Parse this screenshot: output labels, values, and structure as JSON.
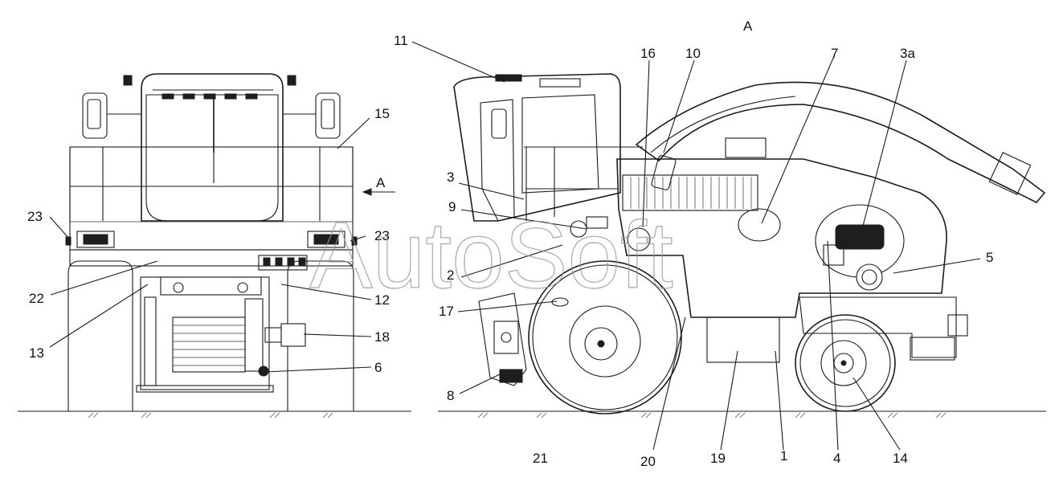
{
  "figure": {
    "view_label": "A",
    "arrow_label": "A",
    "watermark": "AutoSoft"
  },
  "labels": {
    "n1": "1",
    "n2": "2",
    "n3": "3",
    "n3a": "3а",
    "n4": "4",
    "n5": "5",
    "n6": "6",
    "n7": "7",
    "n8": "8",
    "n9": "9",
    "n10": "10",
    "n11": "11",
    "n12": "12",
    "n13": "13",
    "n14": "14",
    "n15": "15",
    "n16": "16",
    "n17": "17",
    "n18": "18",
    "n19": "19",
    "n20": "20",
    "n21": "21",
    "n22": "22",
    "n23_left": "23",
    "n23_right": "23"
  }
}
